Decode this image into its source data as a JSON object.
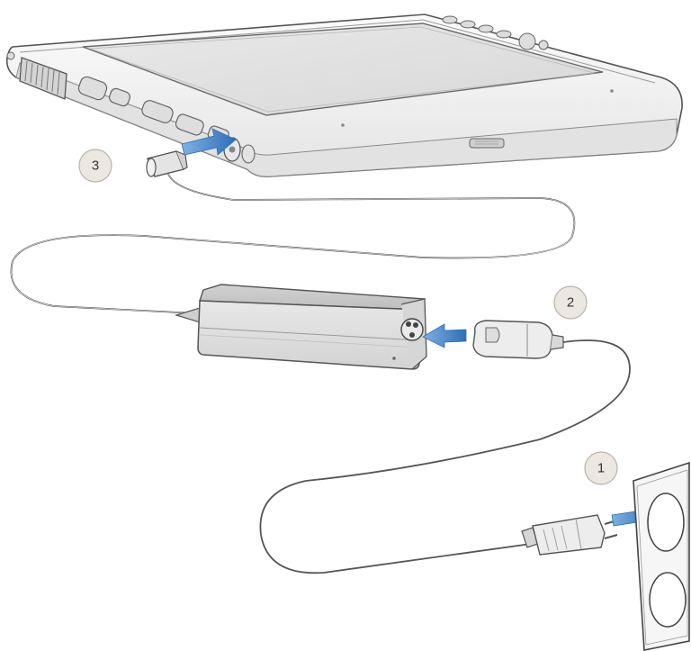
{
  "steps": [
    {
      "number": "1"
    },
    {
      "number": "2"
    },
    {
      "number": "3"
    }
  ],
  "colors": {
    "outline": "#555555",
    "device_body": "#f2f2f2",
    "adapter_body": "#dedede",
    "arrow": "#2f6fb5",
    "step_badge_fill": "#ece7e1",
    "step_badge_stroke": "#b9b3ac"
  }
}
